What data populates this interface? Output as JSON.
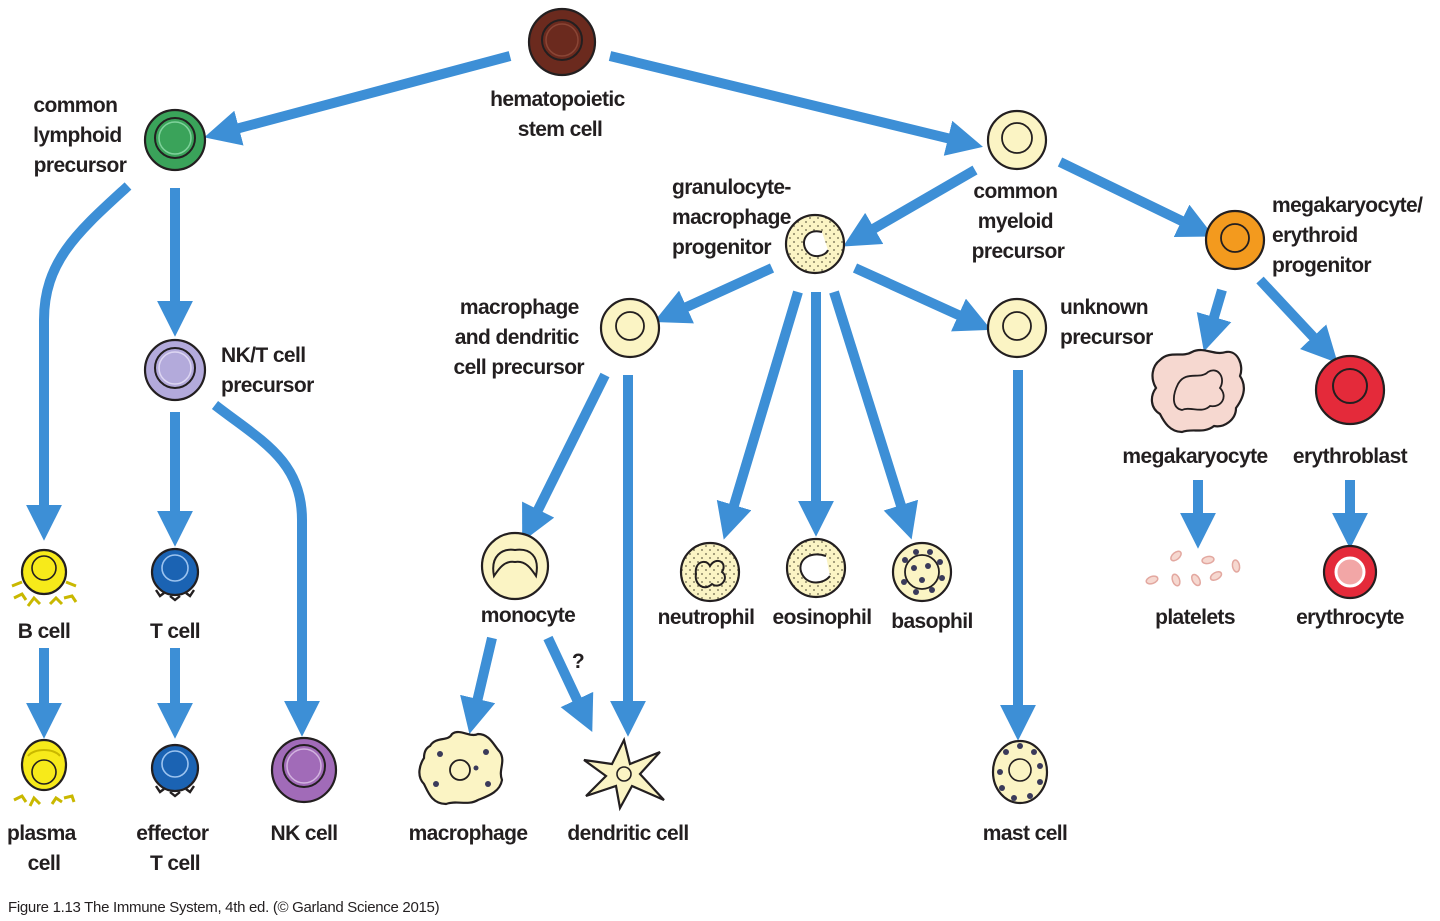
{
  "labels": {
    "hsc": [
      "hematopoietic",
      "stem cell"
    ],
    "clp": [
      "common",
      "lymphoid",
      "precursor"
    ],
    "cmp": [
      "common",
      "myeloid",
      "precursor"
    ],
    "gmp": [
      "granulocyte-",
      "macrophage",
      "progenitor"
    ],
    "mep": [
      "megakaryocyte/",
      "erythroid",
      "progenitor"
    ],
    "nkt": [
      "NK/T cell",
      "precursor"
    ],
    "mdcp": [
      "macrophage",
      "and dendritic",
      "cell precursor"
    ],
    "unknown": [
      "unknown",
      "precursor"
    ],
    "megakaryocyte": [
      "megakaryocyte"
    ],
    "erythroblast": [
      "erythroblast"
    ],
    "bcell": [
      "B cell"
    ],
    "tcell": [
      "T cell"
    ],
    "monocyte": [
      "monocyte"
    ],
    "question": [
      "?"
    ],
    "neutrophil": [
      "neutrophil"
    ],
    "eosinophil": [
      "eosinophil"
    ],
    "basophil": [
      "basophil"
    ],
    "platelets": [
      "platelets"
    ],
    "erythrocyte": [
      "erythrocyte"
    ],
    "plasma": [
      "plasma",
      "cell"
    ],
    "effector": [
      "effector",
      "T cell"
    ],
    "nkcell": [
      "NK cell"
    ],
    "macrophage": [
      "macrophage"
    ],
    "dendritic": [
      "dendritic cell"
    ],
    "mast": [
      "mast cell"
    ]
  },
  "caption": "Figure 1.13 The Immune System, 4th ed. (© Garland Science 2015)",
  "colors": {
    "arrow": "#3d8fd6",
    "hsc": "#6b2a1e",
    "clp": "#3aa35a",
    "nkt": "#b3aadb",
    "myeloid": "#fbf4c4",
    "mep": "#f39a1e",
    "erythroblast": "#e42a3a",
    "bcell": "#f7ea1a",
    "tcell": "#1b63b3",
    "nkcell": "#a16bb8",
    "megakaryocyte": "#f6d8d0"
  }
}
